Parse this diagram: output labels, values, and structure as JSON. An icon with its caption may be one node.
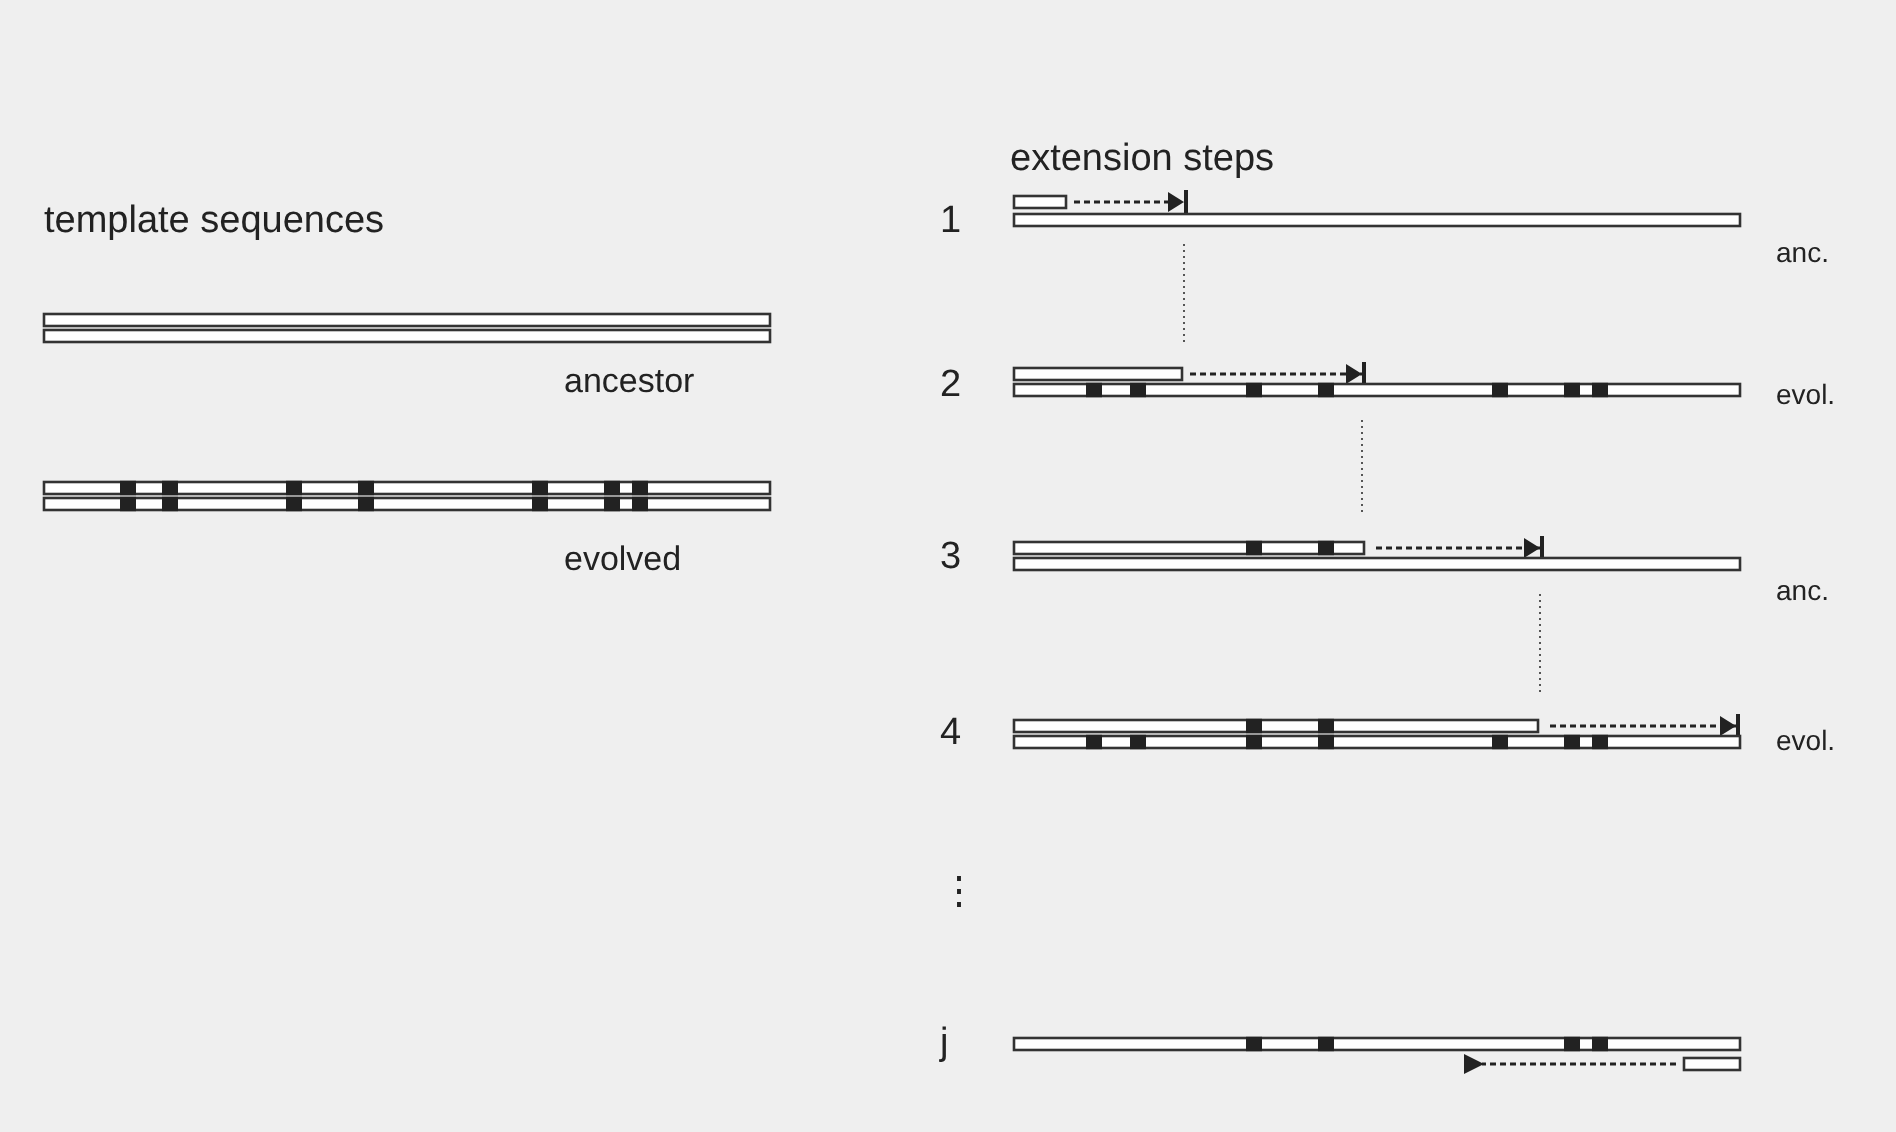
{
  "diagram": {
    "labels": [
      "extension steps",
      "template sequences",
      "1",
      "anc.",
      "ancestor",
      "2",
      "evol.",
      "evolved",
      "3",
      "anc.",
      "4",
      "evol.",
      "⋮",
      "j"
    ]
  }
}
